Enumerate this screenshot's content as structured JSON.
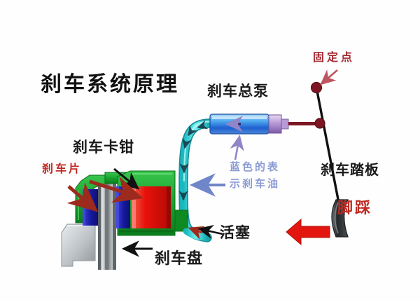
{
  "diagram": {
    "title": "刹车系统原理",
    "background_color": "#fefefe",
    "labels": {
      "brake_caliper": "刹车卡钳",
      "brake_pad": "刹车片",
      "brake_disc": "刹车盘",
      "piston": "活塞",
      "master_cylinder": "刹车总泵",
      "fixed_point": "固定点",
      "brake_pedal": "刹车踏板",
      "foot_press": "脚踩",
      "fluid_note_line1": "蓝色的表",
      "fluid_note_line2": "示刹车油"
    },
    "colors": {
      "title_black": "#111111",
      "label_black": "#1a1a1a",
      "label_red": "#c02a22",
      "label_darkred": "#a32a33",
      "label_blue": "#8a9bd4",
      "caliper_green": "#19a531",
      "caliper_green_dark": "#0e7a22",
      "pad_navy": "#1c1fa8",
      "piston_red": "#e01b10",
      "disc_gray": "#8e9396",
      "hub_silver": "#c9ced1",
      "brake_line_cyan": "#31d3d6",
      "fluid_blue": "#2f6fe0",
      "cylinder_purple": "#9b7bc4",
      "pedal_rod_black": "#111111",
      "joint_darkred": "#7d1624",
      "arrow_red": "#e2160f",
      "arrow_darkred": "#9c2b1e",
      "arrow_blue": "#6f86c9",
      "arrow_black": "#111111",
      "arrow_purple": "#8f86c8"
    },
    "parts": [
      {
        "name": "刹车卡钳",
        "role": "caliper"
      },
      {
        "name": "刹车片",
        "role": "brake-pad"
      },
      {
        "name": "刹车盘",
        "role": "brake-disc"
      },
      {
        "name": "活塞",
        "role": "piston"
      },
      {
        "name": "刹车总泵",
        "role": "master-cylinder"
      },
      {
        "name": "固定点",
        "role": "pivot"
      },
      {
        "name": "刹车踏板",
        "role": "pedal"
      }
    ]
  }
}
